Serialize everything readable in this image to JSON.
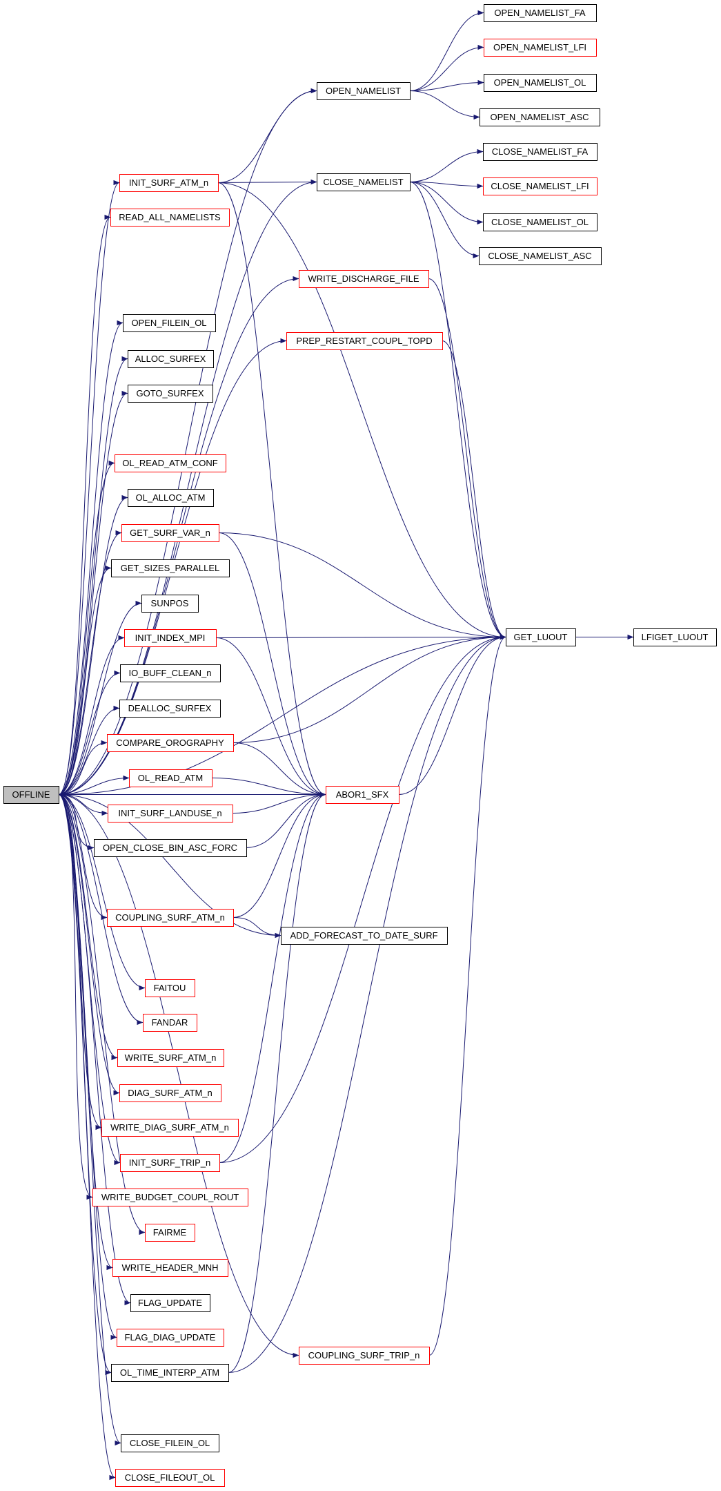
{
  "colors": {
    "edge": "#191970",
    "root_fill": "#bfbfbf",
    "link_border": "#ff0000",
    "leaf_border": "#000000",
    "node_fill": "#ffffff"
  },
  "nodes": [
    {
      "id": "OFFLINE",
      "label": "OFFLINE",
      "style": "root"
    },
    {
      "id": "OPEN_NAMELIST",
      "label": "OPEN_NAMELIST",
      "style": "black"
    },
    {
      "id": "CLOSE_NAMELIST",
      "label": "CLOSE_NAMELIST",
      "style": "black"
    },
    {
      "id": "INIT_SURF_ATM_n",
      "label": "INIT_SURF_ATM_n",
      "style": "red"
    },
    {
      "id": "READ_ALL_NAMELISTS",
      "label": "READ_ALL_NAMELISTS",
      "style": "red"
    },
    {
      "id": "WRITE_DISCHARGE_FILE",
      "label": "WRITE_DISCHARGE_FILE",
      "style": "red"
    },
    {
      "id": "PREP_RESTART_COUPL_TOPD",
      "label": "PREP_RESTART_COUPL_TOPD",
      "style": "red"
    },
    {
      "id": "OPEN_FILEIN_OL",
      "label": "OPEN_FILEIN_OL",
      "style": "black"
    },
    {
      "id": "ALLOC_SURFEX",
      "label": "ALLOC_SURFEX",
      "style": "black"
    },
    {
      "id": "GOTO_SURFEX",
      "label": "GOTO_SURFEX",
      "style": "black"
    },
    {
      "id": "OL_READ_ATM_CONF",
      "label": "OL_READ_ATM_CONF",
      "style": "red"
    },
    {
      "id": "OL_ALLOC_ATM",
      "label": "OL_ALLOC_ATM",
      "style": "black"
    },
    {
      "id": "GET_SURF_VAR_n",
      "label": "GET_SURF_VAR_n",
      "style": "red"
    },
    {
      "id": "GET_SIZES_PARALLEL",
      "label": "GET_SIZES_PARALLEL",
      "style": "black"
    },
    {
      "id": "SUNPOS",
      "label": "SUNPOS",
      "style": "black"
    },
    {
      "id": "INIT_INDEX_MPI",
      "label": "INIT_INDEX_MPI",
      "style": "red"
    },
    {
      "id": "IO_BUFF_CLEAN_n",
      "label": "IO_BUFF_CLEAN_n",
      "style": "black"
    },
    {
      "id": "DEALLOC_SURFEX",
      "label": "DEALLOC_SURFEX",
      "style": "black"
    },
    {
      "id": "COMPARE_OROGRAPHY",
      "label": "COMPARE_OROGRAPHY",
      "style": "red"
    },
    {
      "id": "OL_READ_ATM",
      "label": "OL_READ_ATM",
      "style": "red"
    },
    {
      "id": "INIT_SURF_LANDUSE_n",
      "label": "INIT_SURF_LANDUSE_n",
      "style": "red"
    },
    {
      "id": "OPEN_CLOSE_BIN_ASC_FORC",
      "label": "OPEN_CLOSE_BIN_ASC_FORC",
      "style": "black"
    },
    {
      "id": "COUPLING_SURF_ATM_n",
      "label": "COUPLING_SURF_ATM_n",
      "style": "red"
    },
    {
      "id": "ADD_FORECAST_TO_DATE_SURF",
      "label": "ADD_FORECAST_TO_DATE_SURF",
      "style": "black"
    },
    {
      "id": "FAITOU",
      "label": "FAITOU",
      "style": "red"
    },
    {
      "id": "FANDAR",
      "label": "FANDAR",
      "style": "red"
    },
    {
      "id": "WRITE_SURF_ATM_n",
      "label": "WRITE_SURF_ATM_n",
      "style": "red"
    },
    {
      "id": "DIAG_SURF_ATM_n",
      "label": "DIAG_SURF_ATM_n",
      "style": "red"
    },
    {
      "id": "WRITE_DIAG_SURF_ATM_n",
      "label": "WRITE_DIAG_SURF_ATM_n",
      "style": "red"
    },
    {
      "id": "INIT_SURF_TRIP_n",
      "label": "INIT_SURF_TRIP_n",
      "style": "red"
    },
    {
      "id": "WRITE_BUDGET_COUPL_ROUT",
      "label": "WRITE_BUDGET_COUPL_ROUT",
      "style": "red"
    },
    {
      "id": "FAIRME",
      "label": "FAIRME",
      "style": "red"
    },
    {
      "id": "WRITE_HEADER_MNH",
      "label": "WRITE_HEADER_MNH",
      "style": "red"
    },
    {
      "id": "FLAG_UPDATE",
      "label": "FLAG_UPDATE",
      "style": "black"
    },
    {
      "id": "FLAG_DIAG_UPDATE",
      "label": "FLAG_DIAG_UPDATE",
      "style": "red"
    },
    {
      "id": "OL_TIME_INTERP_ATM",
      "label": "OL_TIME_INTERP_ATM",
      "style": "black"
    },
    {
      "id": "COUPLING_SURF_TRIP_n",
      "label": "COUPLING_SURF_TRIP_n",
      "style": "red"
    },
    {
      "id": "CLOSE_FILEIN_OL",
      "label": "CLOSE_FILEIN_OL",
      "style": "black"
    },
    {
      "id": "CLOSE_FILEOUT_OL",
      "label": "CLOSE_FILEOUT_OL",
      "style": "red"
    },
    {
      "id": "OPEN_NAMELIST_FA",
      "label": "OPEN_NAMELIST_FA",
      "style": "black"
    },
    {
      "id": "OPEN_NAMELIST_LFI",
      "label": "OPEN_NAMELIST_LFI",
      "style": "red"
    },
    {
      "id": "OPEN_NAMELIST_OL",
      "label": "OPEN_NAMELIST_OL",
      "style": "black"
    },
    {
      "id": "OPEN_NAMELIST_ASC",
      "label": "OPEN_NAMELIST_ASC",
      "style": "black"
    },
    {
      "id": "CLOSE_NAMELIST_FA",
      "label": "CLOSE_NAMELIST_FA",
      "style": "black"
    },
    {
      "id": "CLOSE_NAMELIST_LFI",
      "label": "CLOSE_NAMELIST_LFI",
      "style": "red"
    },
    {
      "id": "CLOSE_NAMELIST_OL",
      "label": "CLOSE_NAMELIST_OL",
      "style": "black"
    },
    {
      "id": "CLOSE_NAMELIST_ASC",
      "label": "CLOSE_NAMELIST_ASC",
      "style": "black"
    },
    {
      "id": "GET_LUOUT",
      "label": "GET_LUOUT",
      "style": "black"
    },
    {
      "id": "ABOR1_SFX",
      "label": "ABOR1_SFX",
      "style": "red"
    },
    {
      "id": "LFIGET_LUOUT",
      "label": "LFIGET_LUOUT",
      "style": "black"
    }
  ],
  "edges": [
    [
      "OFFLINE",
      "OPEN_NAMELIST"
    ],
    [
      "OFFLINE",
      "CLOSE_NAMELIST"
    ],
    [
      "OFFLINE",
      "INIT_SURF_ATM_n"
    ],
    [
      "OFFLINE",
      "READ_ALL_NAMELISTS"
    ],
    [
      "OFFLINE",
      "WRITE_DISCHARGE_FILE"
    ],
    [
      "OFFLINE",
      "PREP_RESTART_COUPL_TOPD"
    ],
    [
      "OFFLINE",
      "OPEN_FILEIN_OL"
    ],
    [
      "OFFLINE",
      "ALLOC_SURFEX"
    ],
    [
      "OFFLINE",
      "GOTO_SURFEX"
    ],
    [
      "OFFLINE",
      "GET_LUOUT"
    ],
    [
      "OFFLINE",
      "OL_READ_ATM_CONF"
    ],
    [
      "OFFLINE",
      "OL_ALLOC_ATM"
    ],
    [
      "OFFLINE",
      "GET_SURF_VAR_n"
    ],
    [
      "OFFLINE",
      "GET_SIZES_PARALLEL"
    ],
    [
      "OFFLINE",
      "SUNPOS"
    ],
    [
      "OFFLINE",
      "INIT_INDEX_MPI"
    ],
    [
      "OFFLINE",
      "IO_BUFF_CLEAN_n"
    ],
    [
      "OFFLINE",
      "DEALLOC_SURFEX"
    ],
    [
      "OFFLINE",
      "COMPARE_OROGRAPHY"
    ],
    [
      "OFFLINE",
      "OL_READ_ATM"
    ],
    [
      "OFFLINE",
      "INIT_SURF_LANDUSE_n"
    ],
    [
      "OFFLINE",
      "OPEN_CLOSE_BIN_ASC_FORC"
    ],
    [
      "OFFLINE",
      "ABOR1_SFX"
    ],
    [
      "OFFLINE",
      "COUPLING_SURF_ATM_n"
    ],
    [
      "OFFLINE",
      "ADD_FORECAST_TO_DATE_SURF"
    ],
    [
      "OFFLINE",
      "FAITOU"
    ],
    [
      "OFFLINE",
      "FANDAR"
    ],
    [
      "OFFLINE",
      "WRITE_SURF_ATM_n"
    ],
    [
      "OFFLINE",
      "DIAG_SURF_ATM_n"
    ],
    [
      "OFFLINE",
      "WRITE_DIAG_SURF_ATM_n"
    ],
    [
      "OFFLINE",
      "INIT_SURF_TRIP_n"
    ],
    [
      "OFFLINE",
      "WRITE_BUDGET_COUPL_ROUT"
    ],
    [
      "OFFLINE",
      "FAIRME"
    ],
    [
      "OFFLINE",
      "WRITE_HEADER_MNH"
    ],
    [
      "OFFLINE",
      "FLAG_UPDATE"
    ],
    [
      "OFFLINE",
      "FLAG_DIAG_UPDATE"
    ],
    [
      "OFFLINE",
      "OL_TIME_INTERP_ATM"
    ],
    [
      "OFFLINE",
      "COUPLING_SURF_TRIP_n"
    ],
    [
      "OFFLINE",
      "CLOSE_FILEIN_OL"
    ],
    [
      "OFFLINE",
      "CLOSE_FILEOUT_OL"
    ],
    [
      "OPEN_NAMELIST",
      "OPEN_NAMELIST_FA"
    ],
    [
      "OPEN_NAMELIST",
      "OPEN_NAMELIST_LFI"
    ],
    [
      "OPEN_NAMELIST",
      "OPEN_NAMELIST_OL"
    ],
    [
      "OPEN_NAMELIST",
      "OPEN_NAMELIST_ASC"
    ],
    [
      "CLOSE_NAMELIST",
      "CLOSE_NAMELIST_FA"
    ],
    [
      "CLOSE_NAMELIST",
      "CLOSE_NAMELIST_LFI"
    ],
    [
      "CLOSE_NAMELIST",
      "CLOSE_NAMELIST_OL"
    ],
    [
      "CLOSE_NAMELIST",
      "CLOSE_NAMELIST_ASC"
    ],
    [
      "CLOSE_NAMELIST",
      "GET_LUOUT"
    ],
    [
      "INIT_SURF_ATM_n",
      "OPEN_NAMELIST"
    ],
    [
      "INIT_SURF_ATM_n",
      "CLOSE_NAMELIST"
    ],
    [
      "INIT_SURF_ATM_n",
      "GET_LUOUT"
    ],
    [
      "INIT_SURF_ATM_n",
      "ABOR1_SFX"
    ],
    [
      "WRITE_DISCHARGE_FILE",
      "GET_LUOUT"
    ],
    [
      "PREP_RESTART_COUPL_TOPD",
      "GET_LUOUT"
    ],
    [
      "GET_SURF_VAR_n",
      "GET_LUOUT"
    ],
    [
      "GET_SURF_VAR_n",
      "ABOR1_SFX"
    ],
    [
      "INIT_INDEX_MPI",
      "GET_LUOUT"
    ],
    [
      "INIT_INDEX_MPI",
      "ABOR1_SFX"
    ],
    [
      "COMPARE_OROGRAPHY",
      "GET_LUOUT"
    ],
    [
      "COMPARE_OROGRAPHY",
      "ABOR1_SFX"
    ],
    [
      "OL_READ_ATM",
      "ABOR1_SFX"
    ],
    [
      "INIT_SURF_LANDUSE_n",
      "ABOR1_SFX"
    ],
    [
      "OPEN_CLOSE_BIN_ASC_FORC",
      "ABOR1_SFX"
    ],
    [
      "COUPLING_SURF_ATM_n",
      "ABOR1_SFX"
    ],
    [
      "COUPLING_SURF_ATM_n",
      "ADD_FORECAST_TO_DATE_SURF"
    ],
    [
      "INIT_SURF_TRIP_n",
      "GET_LUOUT"
    ],
    [
      "INIT_SURF_TRIP_n",
      "ABOR1_SFX"
    ],
    [
      "OL_TIME_INTERP_ATM",
      "GET_LUOUT"
    ],
    [
      "OL_TIME_INTERP_ATM",
      "ABOR1_SFX"
    ],
    [
      "COUPLING_SURF_TRIP_n",
      "GET_LUOUT"
    ],
    [
      "ABOR1_SFX",
      "GET_LUOUT"
    ],
    [
      "GET_LUOUT",
      "LFIGET_LUOUT"
    ]
  ]
}
